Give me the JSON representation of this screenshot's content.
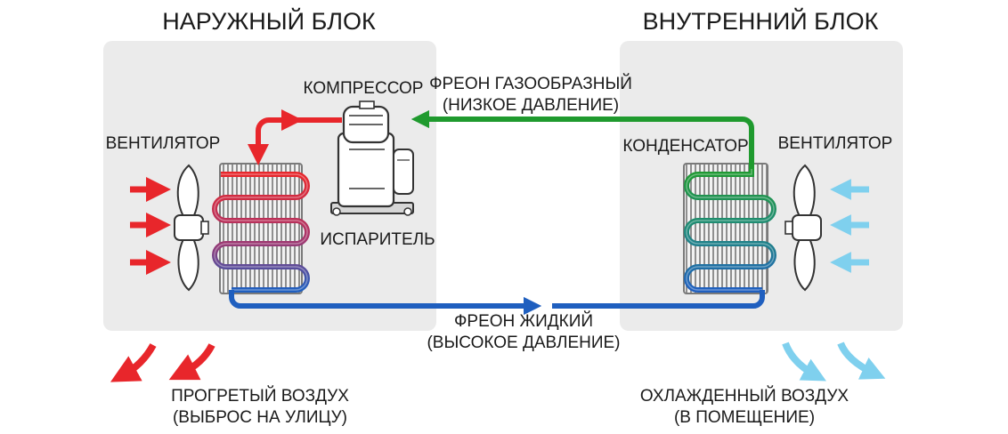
{
  "outdoor": {
    "title": "НАРУЖНЫЙ БЛОК",
    "compressor_label": "КОМПРЕССОР",
    "fan_label": "ВЕНТИЛЯТОР",
    "coil_label": "ИСПАРИТЕЛЬ",
    "air_caption_line1": "ПРОГРЕТЫЙ ВОЗДУХ",
    "air_caption_line2": "(ВЫБРОС НА УЛИЦУ)"
  },
  "indoor": {
    "title": "ВНУТРЕННИЙ БЛОК",
    "coil_label": "КОНДЕНСАТОР",
    "fan_label": "ВЕНТИЛЯТОР",
    "air_caption_line1": "ОХЛАЖДЕННЫЙ ВОЗДУХ",
    "air_caption_line2": "(В ПОМЕЩЕНИЕ)"
  },
  "lines": {
    "gas_line1": "ФРЕОН ГАЗООБРАЗНЫЙ",
    "gas_line2": "(НИЗКОЕ ДАВЛЕНИЕ)",
    "liquid_line1": "ФРЕОН ЖИДКИЙ",
    "liquid_line2": "(ВЫСОКОЕ ДАВЛЕНИЕ)"
  },
  "colors": {
    "panel": "#ebebeb",
    "hot": "#e8262b",
    "cold_pipe": "#1f5fbf",
    "gas_pipe": "#1f9a2e",
    "cool_air": "#7fd0ee"
  }
}
